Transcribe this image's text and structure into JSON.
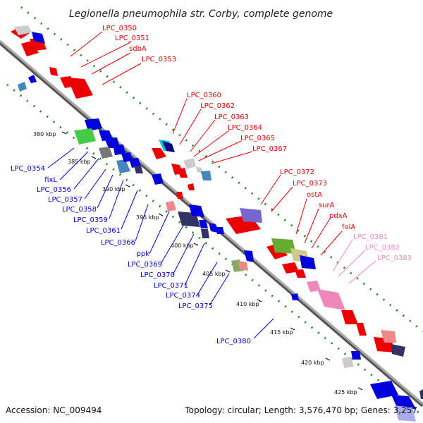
{
  "title": "Legionella pneumophila str. Corby, complete genome",
  "footer": {
    "accession": "Accession: NC_009494",
    "topology": "Topology: circular; Length: 3,576,470 bp; Genes: 3,257"
  },
  "ticks": [
    "380 kbp",
    "385 kbp",
    "390 kbp",
    "395 kbp",
    "400 kbp",
    "405 kbp",
    "410 kbp",
    "415 kbp",
    "420 kbp",
    "425 kbp"
  ],
  "labels_red": [
    "LPC_0350",
    "LPC_0351",
    "sdbA",
    "LPC_0353",
    "LPC_0360",
    "LPC_0362",
    "LPC_0363",
    "LPC_0364",
    "LPC_0365",
    "LPC_0367",
    "LPC_0372",
    "LPC_0373",
    "ostA",
    "surA",
    "pdxA",
    "folA"
  ],
  "labels_pink": [
    "LPC_0381",
    "LPC_0382",
    "LPC_0383"
  ],
  "labels_blue": [
    "LPC_0354",
    "fixL",
    "LPC_0356",
    "LPC_0357",
    "LPC_0358",
    "LPC_0359",
    "LPC_0361",
    "LPC_0366",
    "ppk",
    "LPC_0369",
    "LPC_0370",
    "LPC_0371",
    "LPC_0374",
    "LPC_0375",
    "LPC_0380"
  ],
  "colors": {
    "forward": "#ee0000",
    "reverse": "#0000dd",
    "pink": "#ee88bb",
    "backbone": "#999999",
    "dots": "#228822"
  }
}
